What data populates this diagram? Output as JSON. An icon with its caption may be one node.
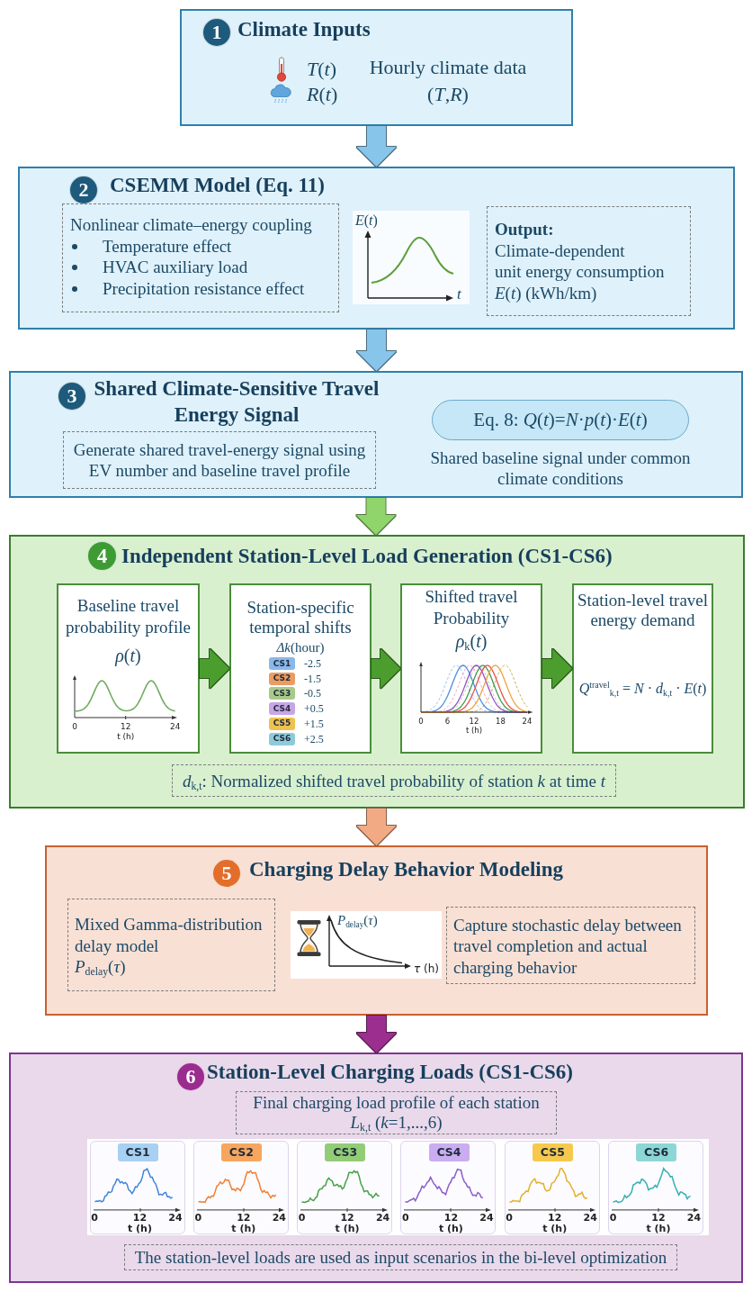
{
  "diagram": {
    "nodes": [
      {
        "text": [
          "Climate Inputs",
          "*T*(*t*)",
          "*R*(*t*)",
          "Hourly climate data (*T*,*R*)"
        ]
      },
      {
        "text": [
          "1"
        ],
        "in": 0
      },
      {
        "text": [
          "CSEMM Model (Eq. 11)"
        ]
      },
      {
        "text": [
          "2"
        ],
        "in": 2
      },
      {
        "text": [
          "Nonlinear climate–energy coupling",
          "Temperature effect",
          "HVAC auxiliary load",
          "Precipitation resistance effect"
        ],
        "in": 2
      },
      {
        "text": [
          "Output:",
          "Climate-dependent",
          "unit energy consumption",
          "*E*(*t*) (kWh/km)"
        ],
        "in": 2
      },
      {
        "text": [
          "Shared Climate-Sensitive Travel Energy Signal"
        ]
      },
      {
        "text": [
          "3"
        ],
        "in": 6
      },
      {
        "text": [
          "Generate shared travel-energy signal using EV number and baseline travel profile"
        ],
        "in": 6
      },
      {
        "text": [
          "Eq. 8: *Q*(*t*)=*N*·*p*(*t*)·*E*(*t*)"
        ],
        "in": 6,
        "beside": [
          "Shared baseline signal under common climate conditions"
        ]
      },
      {
        "text": [
          "Independent Station-Level Load Generation (CS1-CS6)"
        ]
      },
      {
        "text": [
          "4"
        ],
        "in": 10
      },
      {
        "text": [
          "Baseline travel probability profile",
          "*ρ*(*t*)"
        ],
        "in": 10
      },
      {
        "text": [
          "Station-specific temporal shifts",
          "*Δk*(hour)"
        ],
        "in": 10
      },
      {
        "text": [
          "CS1"
        ],
        "in": 13,
        "beside": [
          "-2.5"
        ]
      },
      {
        "text": [
          "CS2"
        ],
        "in": 13,
        "beside": [
          "-1.5"
        ]
      },
      {
        "text": [
          "CS3"
        ],
        "in": 13,
        "beside": [
          "-0.5"
        ]
      },
      {
        "text": [
          "CS4"
        ],
        "in": 13,
        "beside": [
          "+0.5"
        ]
      },
      {
        "text": [
          "CS5"
        ],
        "in": 13,
        "beside": [
          "+1.5"
        ]
      },
      {
        "text": [
          "CS6"
        ],
        "in": 13,
        "beside": [
          "+2.5"
        ]
      },
      {
        "text": [
          "Shifted travel Probability",
          "*ρ*$_{k}$(*t*)"
        ],
        "in": 10
      },
      {
        "text": [
          "Station-level travel energy demand",
          "*Q*$^{travel}$$_{k,t}$ = *N* · *d*$_{k,t}$ · *E*(*t*)"
        ],
        "in": 10
      },
      {
        "text": [
          "*d*$_{k,t}$: Normalized shifted travel probability of station *k* at time *t*"
        ],
        "in": 10
      },
      {
        "text": [
          "Charging Delay Behavior Modeling"
        ]
      },
      {
        "text": [
          "5"
        ],
        "in": 23
      },
      {
        "text": [
          "Mixed Gamma-distribution delay model",
          "*P*$_{delay}$(*τ*)"
        ],
        "in": 23
      },
      {
        "text": [
          "Capture stochastic delay between travel completion and actual charging behavior"
        ],
        "in": 23
      },
      {
        "text": [
          "Station-Level Charging Loads (CS1-CS6)"
        ]
      },
      {
        "text": [
          "6"
        ],
        "in": 27
      },
      {
        "text": [
          "Final charging load profile of each station",
          "*L*$_{k,t}$ (*k*=1,...,6)"
        ],
        "in": 27
      },
      {
        "text": [
          "CS1"
        ],
        "in": 27
      },
      {
        "text": [
          "CS2"
        ],
        "in": 27
      },
      {
        "text": [
          "CS3"
        ],
        "in": 27
      },
      {
        "text": [
          "CS4"
        ],
        "in": 27
      },
      {
        "text": [
          "CS5"
        ],
        "in": 27
      },
      {
        "text": [
          "CS6"
        ],
        "in": 27
      },
      {
        "text": [
          "The station-level loads are used as input scenarios in the bi-level optimization"
        ],
        "in": 27
      }
    ],
    "edges": [
      {
        "from": 0,
        "to": 2,
        "arrow": "to",
        "color": "#87c6ea"
      },
      {
        "from": 2,
        "to": 6,
        "arrow": "to",
        "color": "#87c6ea"
      },
      {
        "from": 6,
        "to": 10,
        "arrow": "to",
        "color": "#8fd56c"
      },
      {
        "from": 12,
        "to": 13,
        "arrow": "to"
      },
      {
        "from": 13,
        "to": 20,
        "arrow": "to"
      },
      {
        "from": 20,
        "to": 21,
        "arrow": "to"
      },
      {
        "from": 10,
        "to": 23,
        "arrow": "to",
        "color": "#f2aa85"
      },
      {
        "from": 23,
        "to": 27,
        "arrow": "to",
        "color": "#9c2f90"
      }
    ],
    "labels": [
      "*E*(*t*)",
      "t",
      "0",
      "12",
      "24",
      "t (h)",
      "0",
      "6",
      "12",
      "18",
      "24",
      "t (h)",
      "*P*$_{delay}$(*τ*)",
      "*τ* (h)",
      "0",
      "12",
      "24",
      "t (h)",
      "0",
      "12",
      "24",
      "t (h)",
      "0",
      "12",
      "24",
      "t (h)",
      "0",
      "12",
      "24",
      "t (h)",
      "0",
      "12",
      "24",
      "t (h)",
      "0",
      "12",
      "24",
      "t (h)"
    ]
  }
}
